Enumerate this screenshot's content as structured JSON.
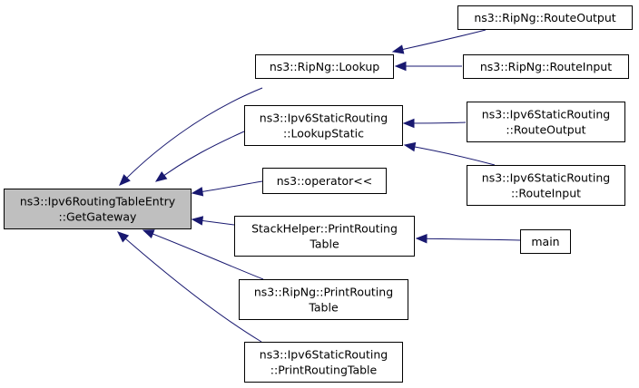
{
  "diagram": {
    "nodes": [
      {
        "id": "root",
        "lines": [
          "ns3::Ipv6RoutingTableEntry",
          "::GetGateway"
        ],
        "root": true
      },
      {
        "id": "ripng-lookup",
        "lines": [
          "ns3::RipNg::Lookup"
        ]
      },
      {
        "id": "ripng-routeoutput",
        "lines": [
          "ns3::RipNg::RouteOutput"
        ]
      },
      {
        "id": "ripng-routeinput",
        "lines": [
          "ns3::RipNg::RouteInput"
        ]
      },
      {
        "id": "static-lookupstatic",
        "lines": [
          "ns3::Ipv6StaticRouting",
          "::LookupStatic"
        ]
      },
      {
        "id": "static-routeoutput",
        "lines": [
          "ns3::Ipv6StaticRouting",
          "::RouteOutput"
        ]
      },
      {
        "id": "static-routeinput",
        "lines": [
          "ns3::Ipv6StaticRouting",
          "::RouteInput"
        ]
      },
      {
        "id": "operator-shift",
        "lines": [
          "ns3::operator<<"
        ]
      },
      {
        "id": "stackhelper-print",
        "lines": [
          "StackHelper::PrintRouting",
          "Table"
        ]
      },
      {
        "id": "main",
        "lines": [
          "main"
        ]
      },
      {
        "id": "ripng-print",
        "lines": [
          "ns3::RipNg::PrintRouting",
          "Table"
        ]
      },
      {
        "id": "static-print",
        "lines": [
          "ns3::Ipv6StaticRouting",
          "::PrintRoutingTable"
        ]
      }
    ],
    "edges": [
      {
        "from": "ripng-lookup",
        "to": "root"
      },
      {
        "from": "static-lookupstatic",
        "to": "root"
      },
      {
        "from": "operator-shift",
        "to": "root"
      },
      {
        "from": "stackhelper-print",
        "to": "root"
      },
      {
        "from": "ripng-print",
        "to": "root"
      },
      {
        "from": "static-print",
        "to": "root"
      },
      {
        "from": "ripng-routeoutput",
        "to": "ripng-lookup"
      },
      {
        "from": "ripng-routeinput",
        "to": "ripng-lookup"
      },
      {
        "from": "static-routeoutput",
        "to": "static-lookupstatic"
      },
      {
        "from": "static-routeinput",
        "to": "static-lookupstatic"
      },
      {
        "from": "main",
        "to": "stackhelper-print"
      }
    ],
    "colors": {
      "edge": "#191970",
      "root_fill": "#bfbfbf",
      "node_fill": "#ffffff",
      "border": "#000000"
    }
  }
}
